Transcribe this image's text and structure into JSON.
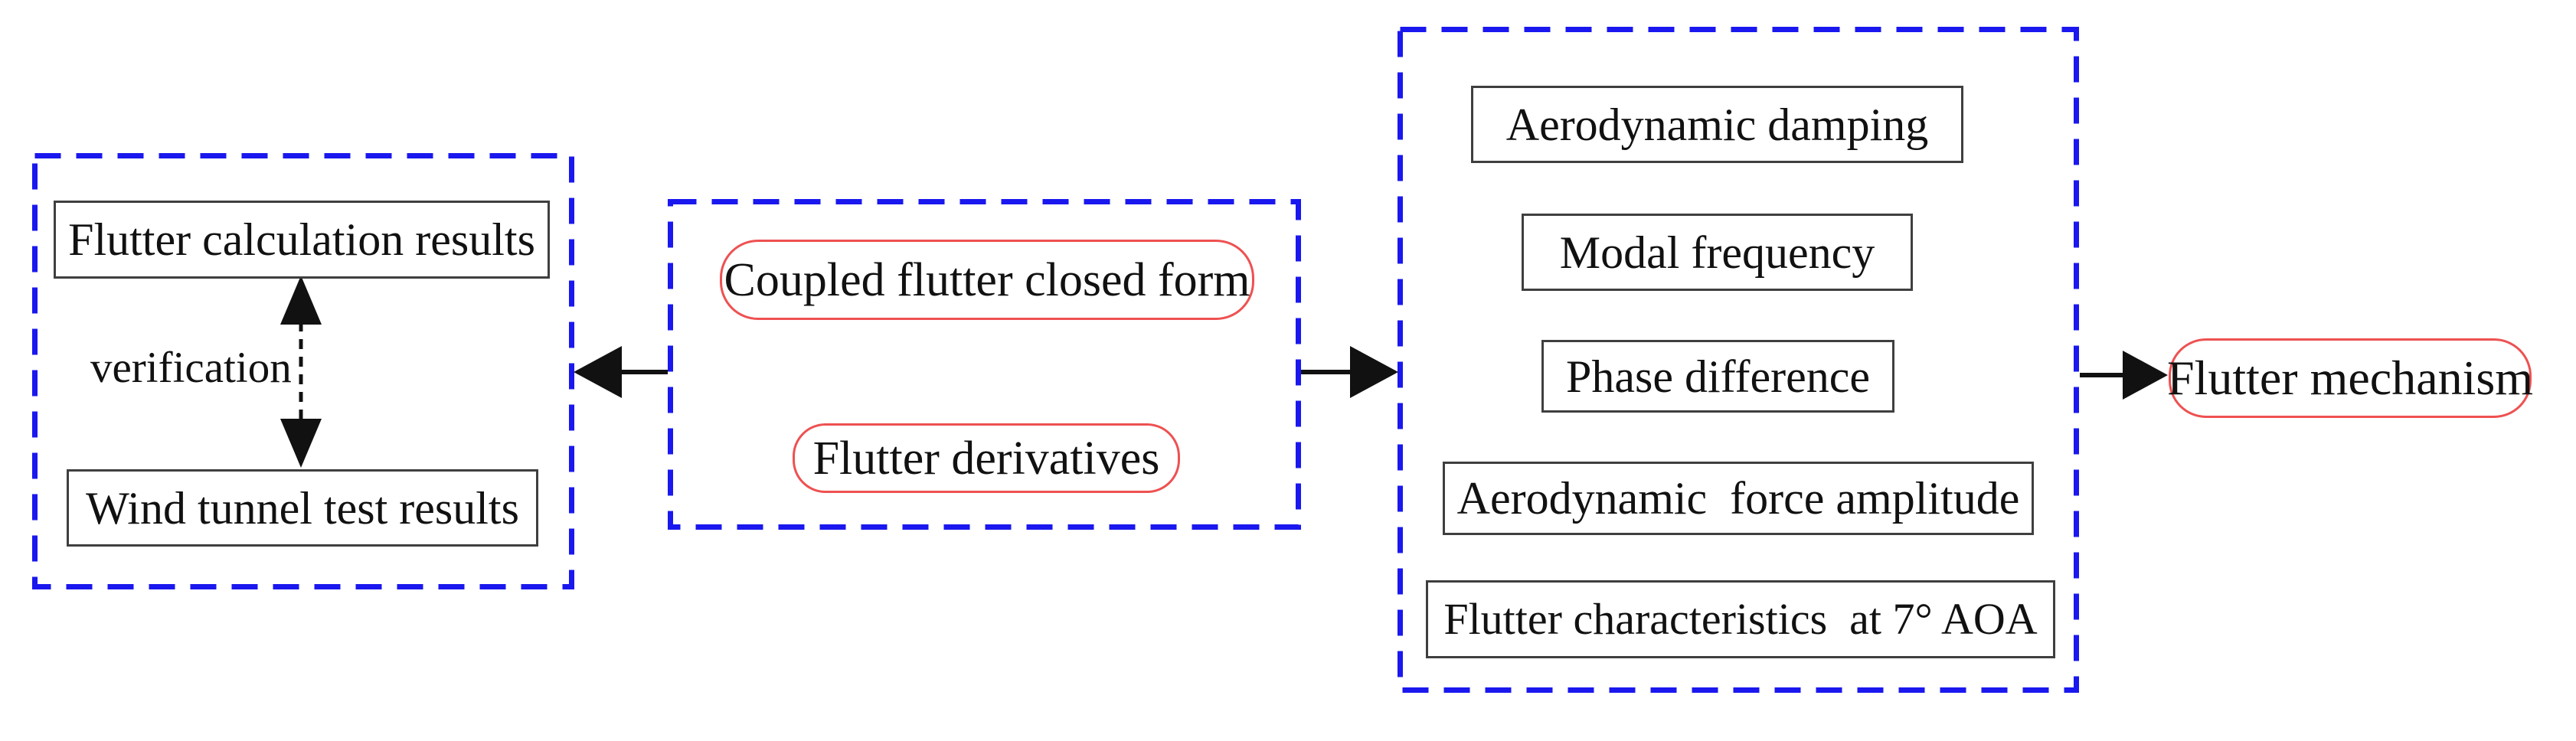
{
  "figure": {
    "background": "#ffffff",
    "colors": {
      "group_dash_border": "#1a18ee",
      "stadium_border": "#ee5151",
      "rect_border": "#3f3f3f",
      "arrow": "#111111",
      "text": "#111111"
    },
    "verification_group": {
      "calc_box_label": "Flutter calculation results",
      "arrow_label": "verification",
      "test_box_label": "Wind tunnel test results"
    },
    "method_group": {
      "closed_form_label": "Coupled flutter closed form",
      "derivatives_label": "Flutter derivatives"
    },
    "analysis_group": {
      "items": [
        "Aerodynamic damping",
        "Modal frequency",
        "Phase difference",
        "Aerodynamic  force amplitude",
        "Flutter characteristics  at 7° AOA"
      ]
    },
    "result": {
      "mechanism_label": "Flutter mechanism"
    }
  }
}
